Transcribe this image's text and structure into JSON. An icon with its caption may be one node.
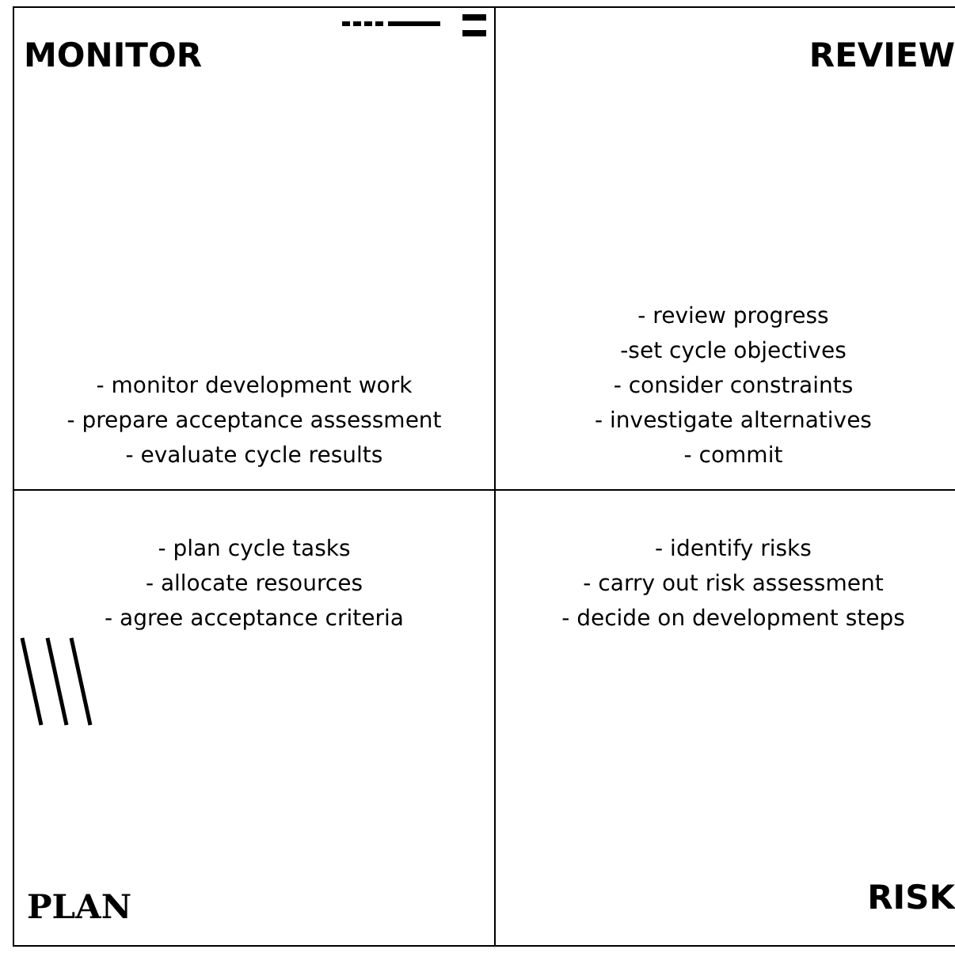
{
  "diagram": {
    "nodes": [
      {
        "text": [
          "MONITOR",
          "- monitor development work",
          "- prepare acceptance assessment",
          "- evaluate cycle results"
        ]
      },
      {
        "text": [
          "REVIEW",
          "- review progress",
          "-set cycle objectives",
          "- consider constraints",
          "- investigate alternatives",
          "- commit"
        ]
      },
      {
        "text": [
          "PLAN",
          "- plan cycle tasks",
          "- allocate resources",
          "- agree acceptance criteria"
        ]
      },
      {
        "text": [
          "RISK",
          "- identify risks",
          "- carry out risk assessment",
          "- decide on development steps"
        ]
      }
    ]
  }
}
